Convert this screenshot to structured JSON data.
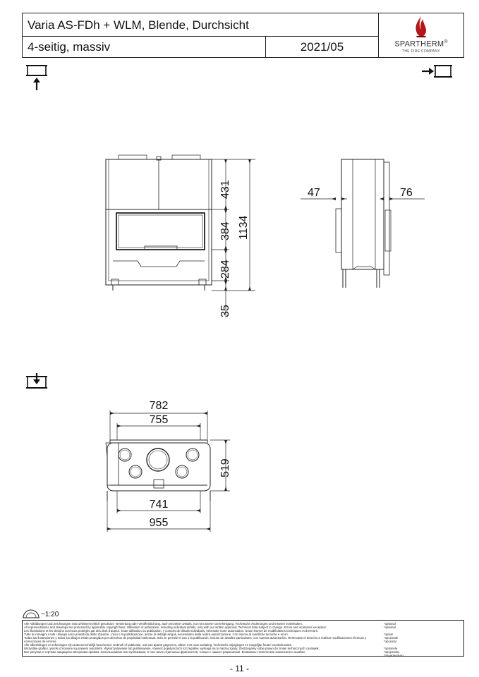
{
  "header": {
    "title": "Varia AS-FDh + WLM, Blende, Durchsicht",
    "subtitle": "4-seitig, massiv",
    "date": "2021/05",
    "brand": "SPARTHERM",
    "brand_mark": "®",
    "brand_tagline": "THE FIRE COMPANY"
  },
  "views": {
    "front_icon": "front-view-icon",
    "side_icon": "side-view-icon",
    "top_icon": "top-view-icon"
  },
  "dimensions": {
    "front": {
      "d431": "431",
      "d384": "384",
      "d284": "284",
      "d35": "35",
      "d1134": "1134"
    },
    "side": {
      "d47": "47",
      "d76": "76"
    },
    "top": {
      "d782": "782",
      "d755": "755",
      "d519": "519",
      "d741": "741",
      "d955": "955"
    }
  },
  "footer": {
    "scale": "~1:20",
    "disclaimer_lines": [
      "Alle Abbildungen und Zeichnungen sind urheberrechtlich geschützt. Verwertung oder Veröffentlichung, auch einzelner Details, nur mit unserer Genehmigung. Technische Änderungen und Irrtümer vorbehalten.",
      "All representations and drawings are protected by applicable copyright laws. Utilisation or publication, including individual details, only with our written approval. Technical data subject to change. Errors and omissions excepted.",
      "Les illustrations et les dessins sont tous protégés par des droit d'auteur. Toute utilisation ou publication, y compris de détails individuels, nécessite notre autorisation. Sous réserve de modifications techniques et d'erreurs.",
      "Tutte le immagini e tutti i disegni sono protetti da diritto d'autore. L'uso o la pubblicazione, anche di dettagli singoli, necessitano della nostra autorizzazione. Con riserva di modifiche tecniche e errori.",
      "Todas las ilustraciones y todos los dibujos están protegidos por derechos de propiedad intelectual. Solo se permite el uso o la publicación, incluso de detalles particulares, con nuestra autorización. Reservado el derecho a realizar modificaciones técnicas y correcciones de errores.",
      "Alle afbeeldingen en tekeningen zijn auteursrechtelijk beschermd. Gebruik of publicatie, ook van aparte gegevens, alleen met onze toelating. Technische wijzigingen en mogelijke fouten voorbehouden.",
      "Wszystkie grafiki i rysunki chronione są prawem autorskim. Wykorzystywanie lub publikowanie, również pojedynczych szczegółów, wymaga na to naszej zgody. Zastrzegamy sobie prawo do zmian technicznych i pomyłek.",
      "Все рисунки и чертежи защищены авторским правом. Использование или публикация, в том числе отдельных фрагментов, только с нашего разрешения. Возможны технические изменения и ошибки."
    ],
    "optional_lines": [
      "*optional",
      "*optional",
      "",
      "*option",
      "*opzionale",
      "*opcional",
      "",
      "*optionele",
      "*opcjonalny",
      "*опционально"
    ],
    "page_number": "- 11 -"
  }
}
